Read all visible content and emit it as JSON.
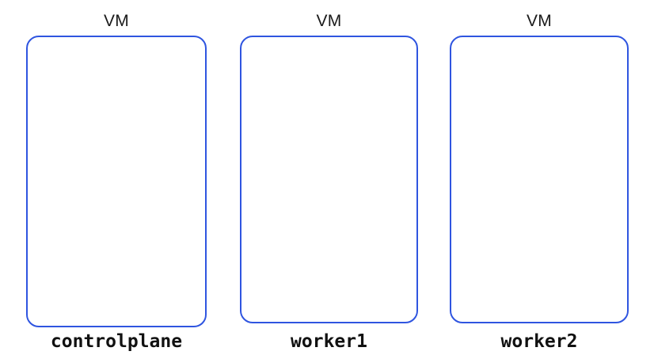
{
  "diagram": {
    "background_color": "#ffffff",
    "accent_color": "#2f55e0",
    "text_color": "#111111",
    "nodes": [
      {
        "type_label": "VM",
        "name": "controlplane"
      },
      {
        "type_label": "VM",
        "name": "worker1"
      },
      {
        "type_label": "VM",
        "name": "worker2"
      }
    ]
  }
}
